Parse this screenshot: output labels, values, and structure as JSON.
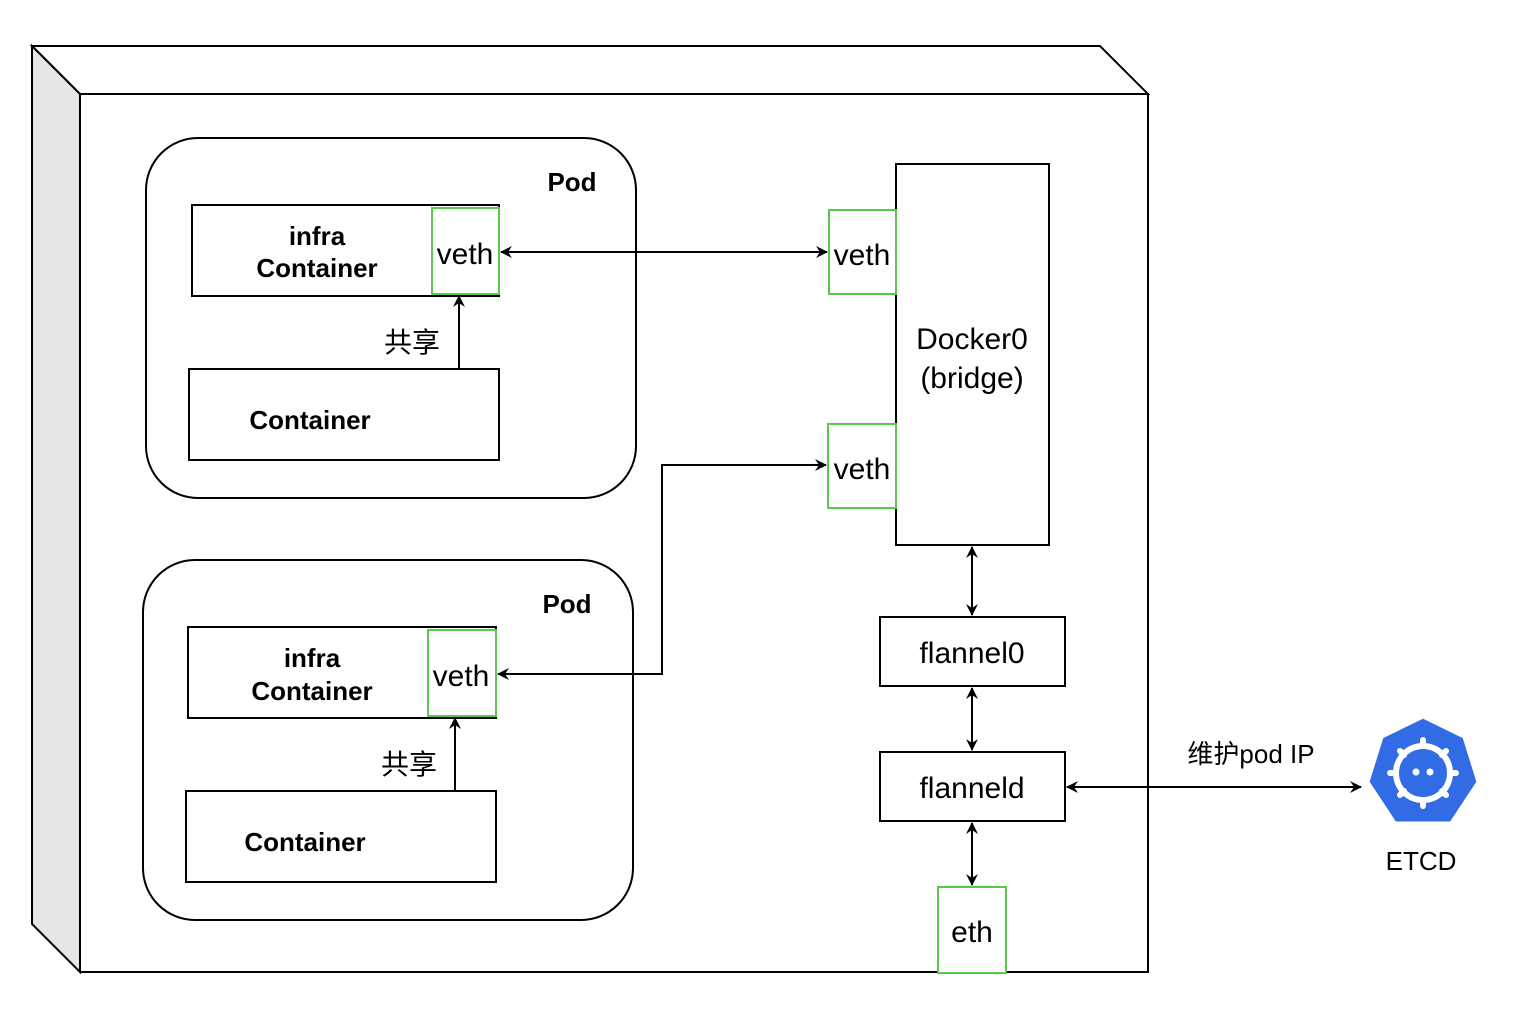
{
  "pods": [
    {
      "label": "Pod",
      "infra_label": [
        "infra",
        "Container"
      ],
      "veth_label": "veth",
      "share_label": "共享",
      "container_label": "Container"
    },
    {
      "label": "Pod",
      "infra_label": [
        "infra",
        "Container"
      ],
      "veth_label": "veth",
      "share_label": "共享",
      "container_label": "Container"
    }
  ],
  "bridge": {
    "label": [
      "Docker0",
      "(bridge)"
    ],
    "veth_top": "veth",
    "veth_bottom": "veth"
  },
  "flannel0": "flannel0",
  "flanneld": "flanneld",
  "eth": "eth",
  "etcd": {
    "label": "ETCD",
    "link_label": "维护pod IP",
    "icon_color": "#326ce5"
  }
}
